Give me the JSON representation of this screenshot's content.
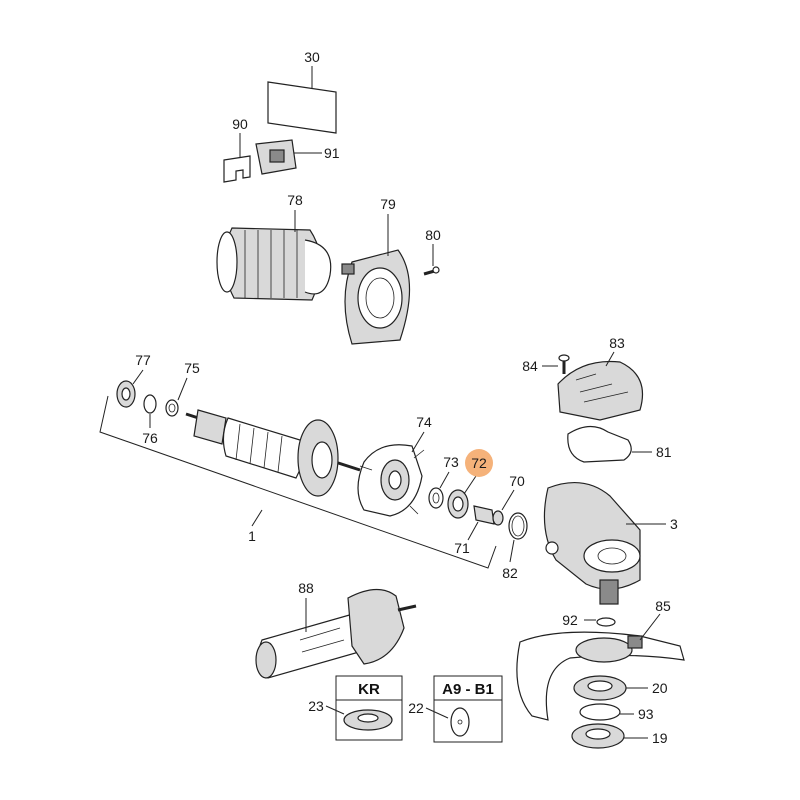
{
  "diagram": {
    "highlight_color": "#f5b27a",
    "labels": {
      "p30": "30",
      "p90": "90",
      "p91": "91",
      "p78": "78",
      "p79": "79",
      "p80": "80",
      "p77": "77",
      "p75": "75",
      "p76": "76",
      "p74": "74",
      "p73": "73",
      "p72": "72",
      "p70": "70",
      "p71": "71",
      "p82": "82",
      "p1": "1",
      "p84": "84",
      "p83": "83",
      "p81": "81",
      "p3": "3",
      "p88": "88",
      "p92": "92",
      "p85": "85",
      "p20": "20",
      "p93": "93",
      "p19": "19",
      "p23": "23",
      "p22": "22"
    },
    "boxes": {
      "kr": "KR",
      "a9b1": "A9 - B1"
    }
  }
}
